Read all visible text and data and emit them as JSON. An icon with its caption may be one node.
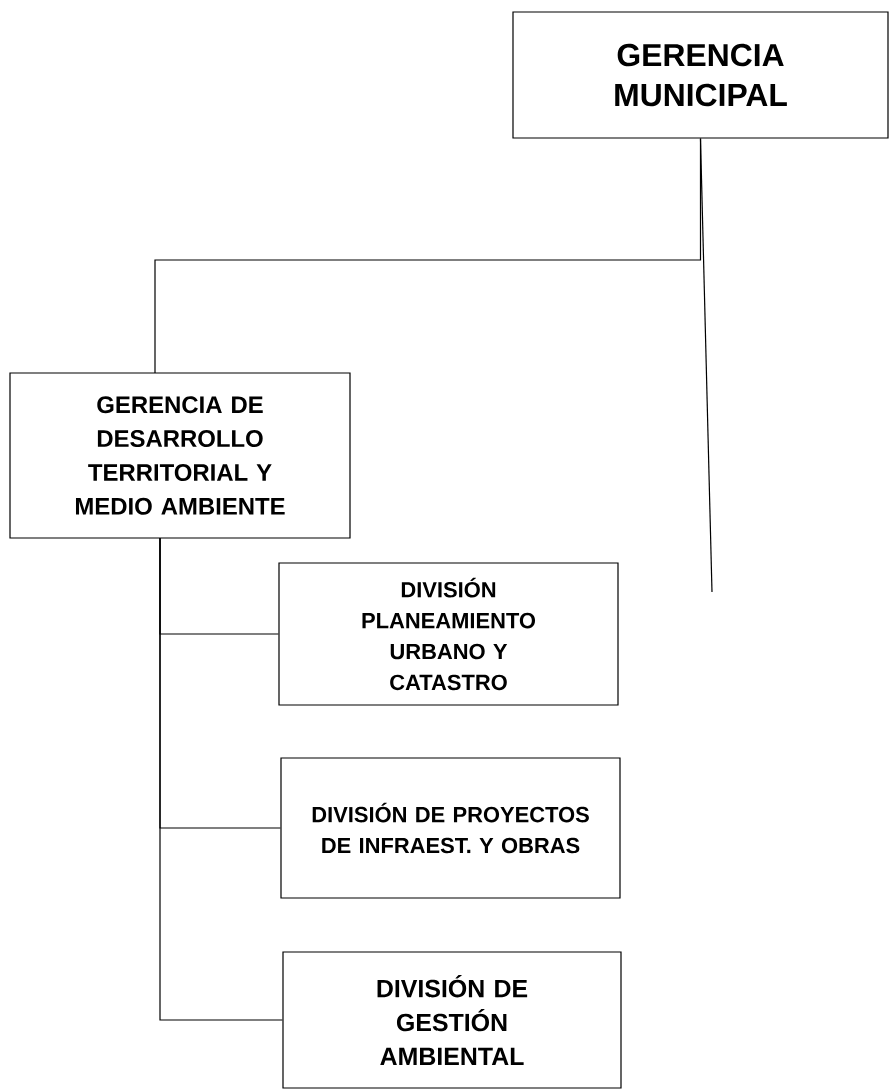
{
  "diagram": {
    "nodes": [
      {
        "text": [
          "GERENCIA MUNICIPAL"
        ]
      },
      {
        "text": [
          "GERENCIA DE DESARROLLO TERRITORIAL Y MEDIO AMBIENTE"
        ]
      },
      {
        "text": [
          "DIVISIÓN PLANEAMIENTO URBANO Y CATASTRO"
        ]
      },
      {
        "text": [
          "DIVISIÓN DE PROYECTOS DE INFRAEST. Y OBRAS"
        ]
      },
      {
        "text": [
          "DIVISIÓN DE GESTIÓN AMBIENTAL"
        ]
      }
    ],
    "edges": [
      {
        "from": 0,
        "to": null,
        "arrow": "none"
      },
      {
        "from": 0,
        "to": 1,
        "arrow": "none"
      },
      {
        "from": 1,
        "to": 2,
        "arrow": "none"
      },
      {
        "from": 1,
        "to": 3,
        "arrow": "none"
      },
      {
        "from": 1,
        "to": 4,
        "arrow": "none"
      }
    ]
  }
}
